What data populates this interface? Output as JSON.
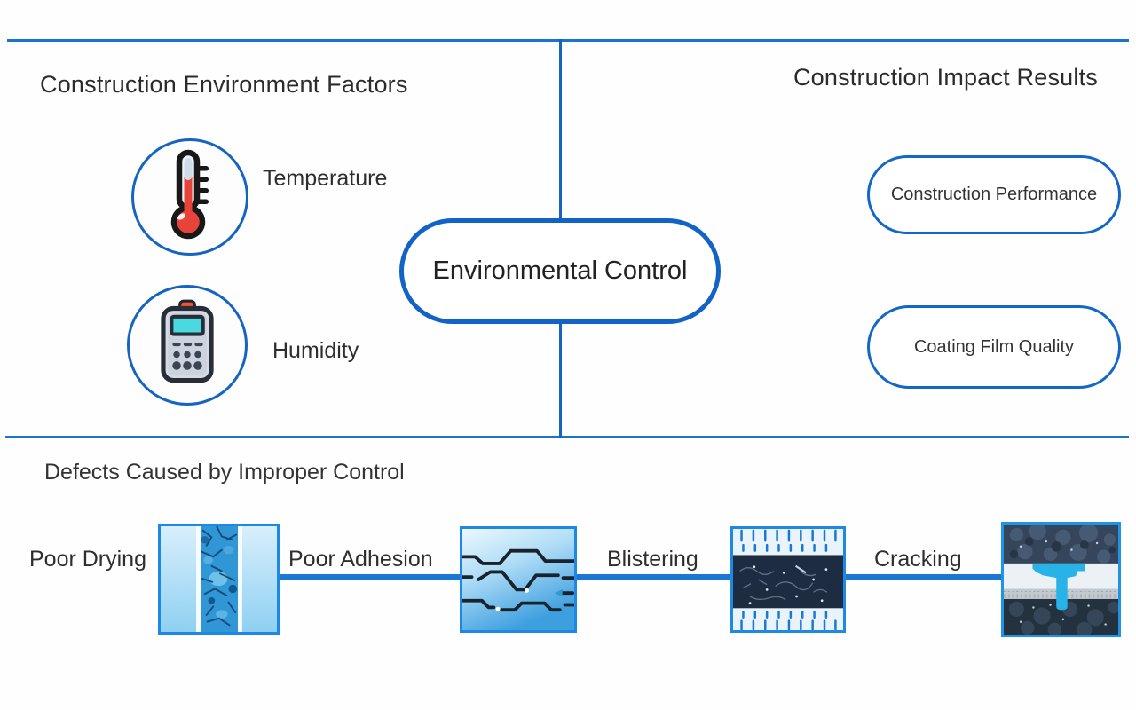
{
  "top_section": {
    "left_panel": {
      "title": "Construction Environment Factors",
      "factors": [
        {
          "label": "Temperature",
          "icon": "thermometer-icon"
        },
        {
          "label": "Humidity",
          "icon": "hygrometer-icon"
        }
      ]
    },
    "right_panel": {
      "title": "Construction Impact Results",
      "results": [
        {
          "label": "Construction Performance"
        },
        {
          "label": "Coating Film Quality"
        }
      ]
    },
    "center_node": {
      "label": "Environmental Control"
    }
  },
  "defects_section": {
    "title": "Defects Caused by Improper Control",
    "defects": [
      {
        "label": "Poor Drying",
        "image": "poor-drying-micrograph"
      },
      {
        "label": "Poor Adhesion",
        "image": "delamination-illustration"
      },
      {
        "label": "Blistering",
        "image": "blistering-micrograph"
      },
      {
        "label": "Cracking",
        "image": "cracking-cross-section"
      }
    ]
  },
  "colors": {
    "accent_blue": "#1b74cc",
    "node_border_blue": "#1263c6",
    "image_border_blue": "#1e88e5",
    "connector_blue": "#1a78d2",
    "text_dark": "#2b2b2b",
    "thermometer_red": "#e8433a",
    "screen_cyan": "#4ad9de",
    "defect_cyan": "#27b2e8"
  }
}
